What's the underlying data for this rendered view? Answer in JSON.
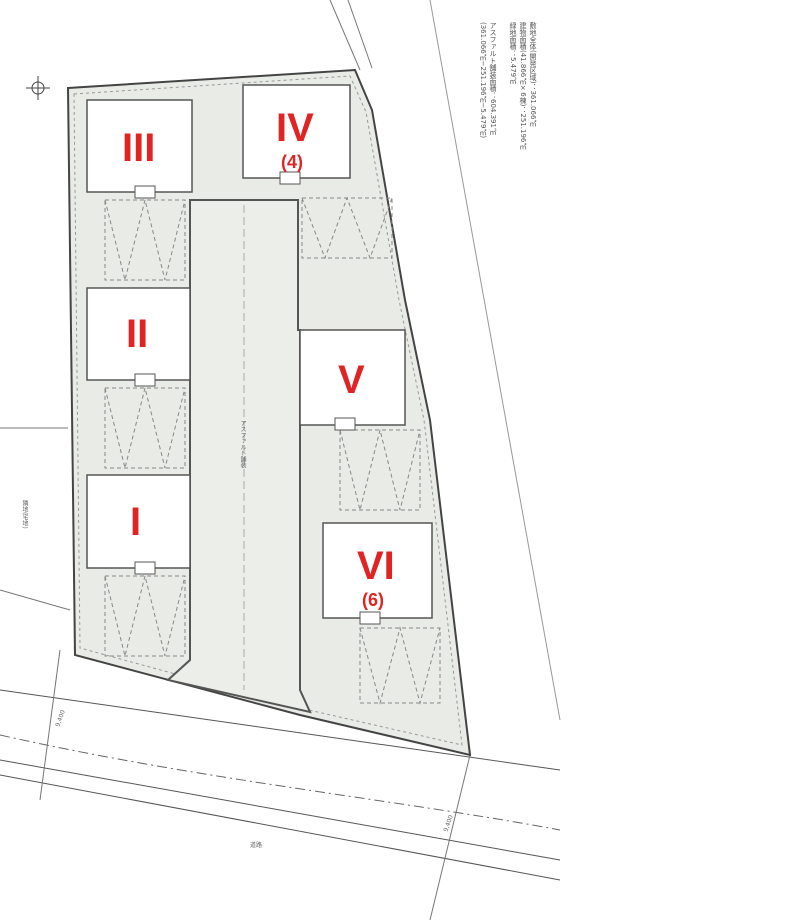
{
  "summary": {
    "lines": [
      "敷地全体(開発区域)：361.066㎡",
      "建物面積(41.866㎡×6棟)：251.196㎡",
      "緑地面積：5.479㎡",
      "アスファルト舗装面積：604.391㎡",
      "(361.066㎡−251.196㎡−5.479㎡)"
    ]
  },
  "buildings": [
    {
      "label": "III"
    },
    {
      "label": "IV",
      "sub": "(4)"
    },
    {
      "label": "II"
    },
    {
      "label": "V"
    },
    {
      "label": "I"
    },
    {
      "label": "VI",
      "sub": "(6)"
    }
  ],
  "annotations": {
    "road_width_top": "9,400",
    "road_width_bottom": "9,400",
    "paving": "アスファルト舗装",
    "road": "道路",
    "neighbor": "隣地(宅地)"
  },
  "colors": {
    "label": "#e02424",
    "site": "#e9ebe6",
    "line": "#555555"
  }
}
